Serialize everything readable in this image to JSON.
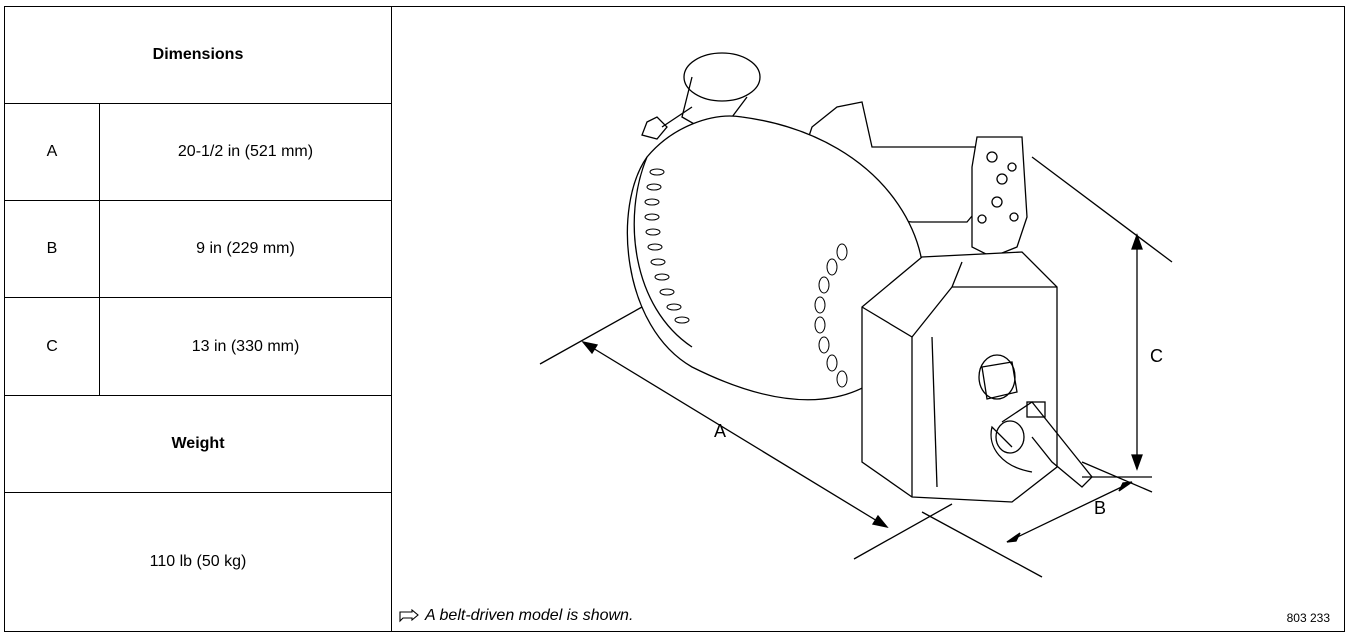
{
  "table": {
    "dimensions_header": "Dimensions",
    "rows": [
      {
        "letter": "A",
        "value": "20-1/2 in (521 mm)"
      },
      {
        "letter": "B",
        "value": "9 in (229 mm)"
      },
      {
        "letter": "C",
        "value": "13 in (330 mm)"
      }
    ],
    "weight_header": "Weight",
    "weight_value": "110 lb (50 kg)"
  },
  "figure": {
    "label_a": "A",
    "label_b": "B",
    "label_c": "C",
    "note_icon": "pointing-hand-icon",
    "note": "A belt-driven model is shown.",
    "figure_number": "803 233"
  }
}
